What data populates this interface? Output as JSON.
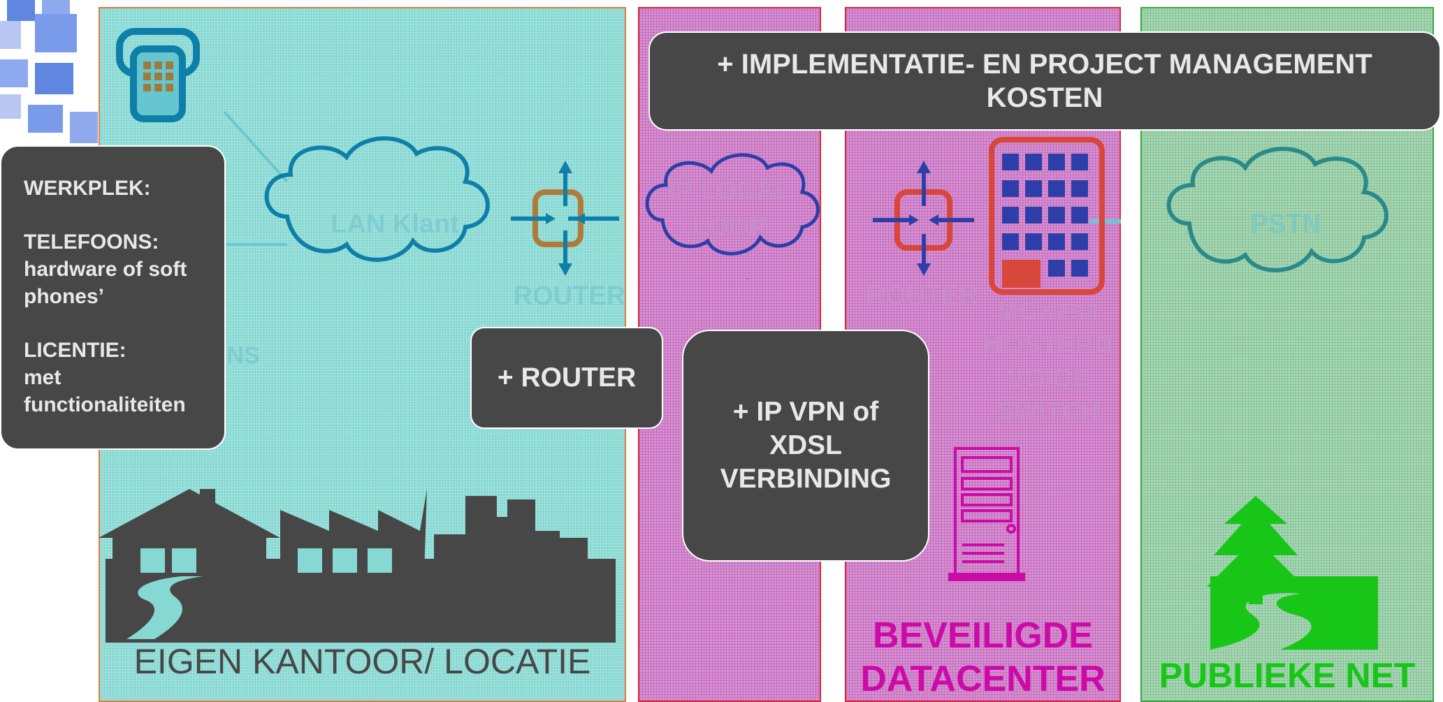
{
  "header": {
    "costs_label": "+ IMPLEMENTATIE- EN PROJECT MANAGEMENT KOSTEN"
  },
  "columns": {
    "office": {
      "title": "EIGEN KANTOOR/ LOCATIE",
      "cloud_label": "LAN Klant",
      "router_label": "ROUTER",
      "faded_text": "ONS"
    },
    "local_loop": {
      "cloud_label_line1": "IP LOCAL",
      "cloud_label_line2": "LOOP"
    },
    "datacenter": {
      "title_line1": "BEVEILIGDE",
      "title_line2": "DATACENTER",
      "router_label": "ROUTER",
      "switch_label_line1": "MCXess",
      "switch_label_line2": "HOSTERD",
      "switch_label_line3": "VOICE",
      "switch_label_line4": "SWITCH"
    },
    "public": {
      "title": "PUBLIEKE NET",
      "cloud_label": "PSTN"
    }
  },
  "info_box": {
    "werkplek": "WERKPLEK:",
    "telefoons_title": "TELEFOONS:",
    "telefoons_text": "hardware of soft phones’",
    "licentie_title": "LICENTIE:",
    "licentie_text_line1": "met",
    "licentie_text_line2": "functionaliteiten"
  },
  "router_box": {
    "label": "+ ROUTER"
  },
  "vpn_box": {
    "line1": "+ IP VPN of",
    "line2": "XDSL",
    "line3": "VERBINDING"
  },
  "colors": {
    "office_bg": "#86d8d2",
    "local_bg": "#d98fd4",
    "public_bg": "#a6d7b4",
    "box_bg": "#474747",
    "icon_blue": "#0e7fa8",
    "icon_dark_blue": "#2d3ea8",
    "router_orange": "#b07a3a",
    "router_red": "#d9463a",
    "magenta": "#cc0aa8",
    "green": "#17c617"
  },
  "icons": [
    "phone-icon",
    "cloud-icon",
    "router-icon",
    "switch-building-icon",
    "server-icon",
    "tree-river-icon",
    "city-skyline-icon"
  ]
}
